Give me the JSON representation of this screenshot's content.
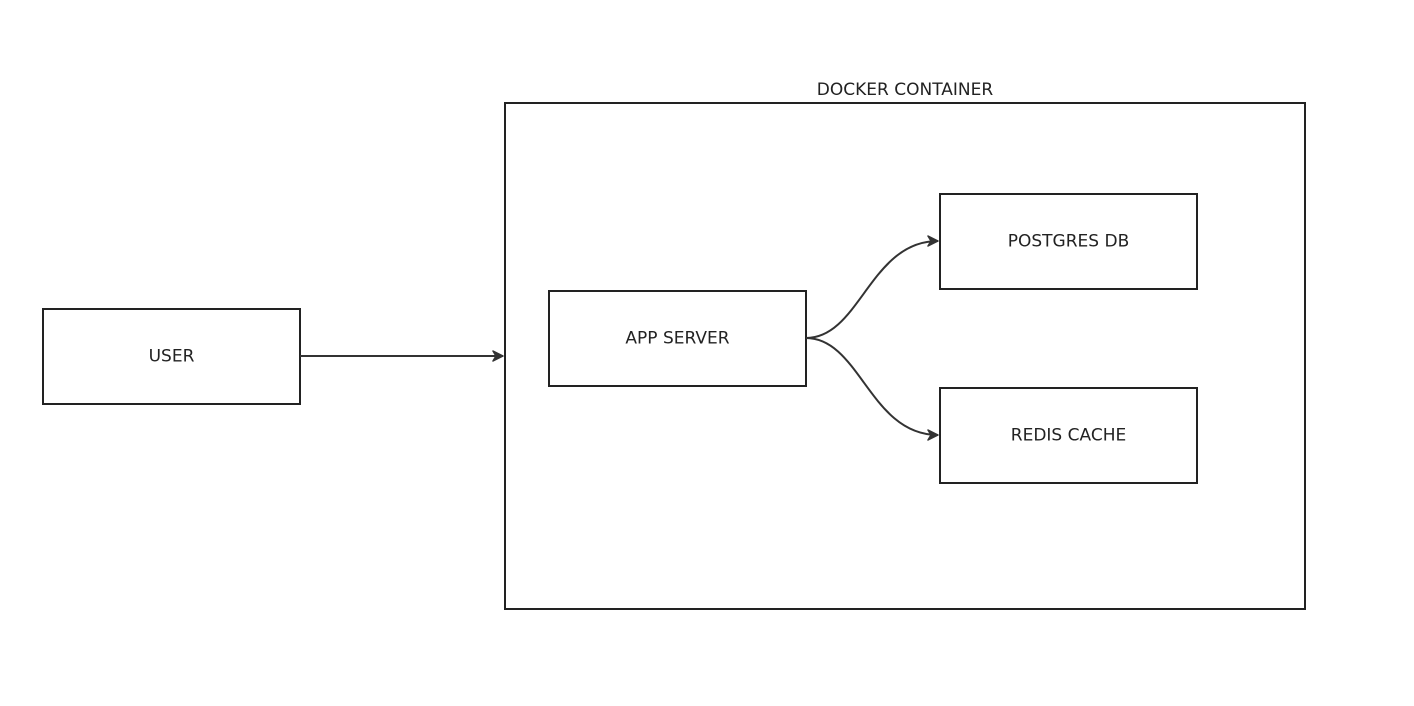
{
  "diagram": {
    "container": {
      "label": "DOCKER CONTAINER"
    },
    "nodes": {
      "user": {
        "label": "USER"
      },
      "app_server": {
        "label": "APP SERVER"
      },
      "postgres": {
        "label": "POSTGRES DB"
      },
      "redis": {
        "label": "REDIS CACHE"
      }
    },
    "edges": [
      {
        "from": "USER",
        "to": "DOCKER CONTAINER"
      },
      {
        "from": "APP SERVER",
        "to": "POSTGRES DB"
      },
      {
        "from": "APP SERVER",
        "to": "REDIS CACHE"
      }
    ],
    "colors": {
      "stroke": "#222222",
      "arrow": "#333333",
      "background": "#ffffff"
    }
  }
}
